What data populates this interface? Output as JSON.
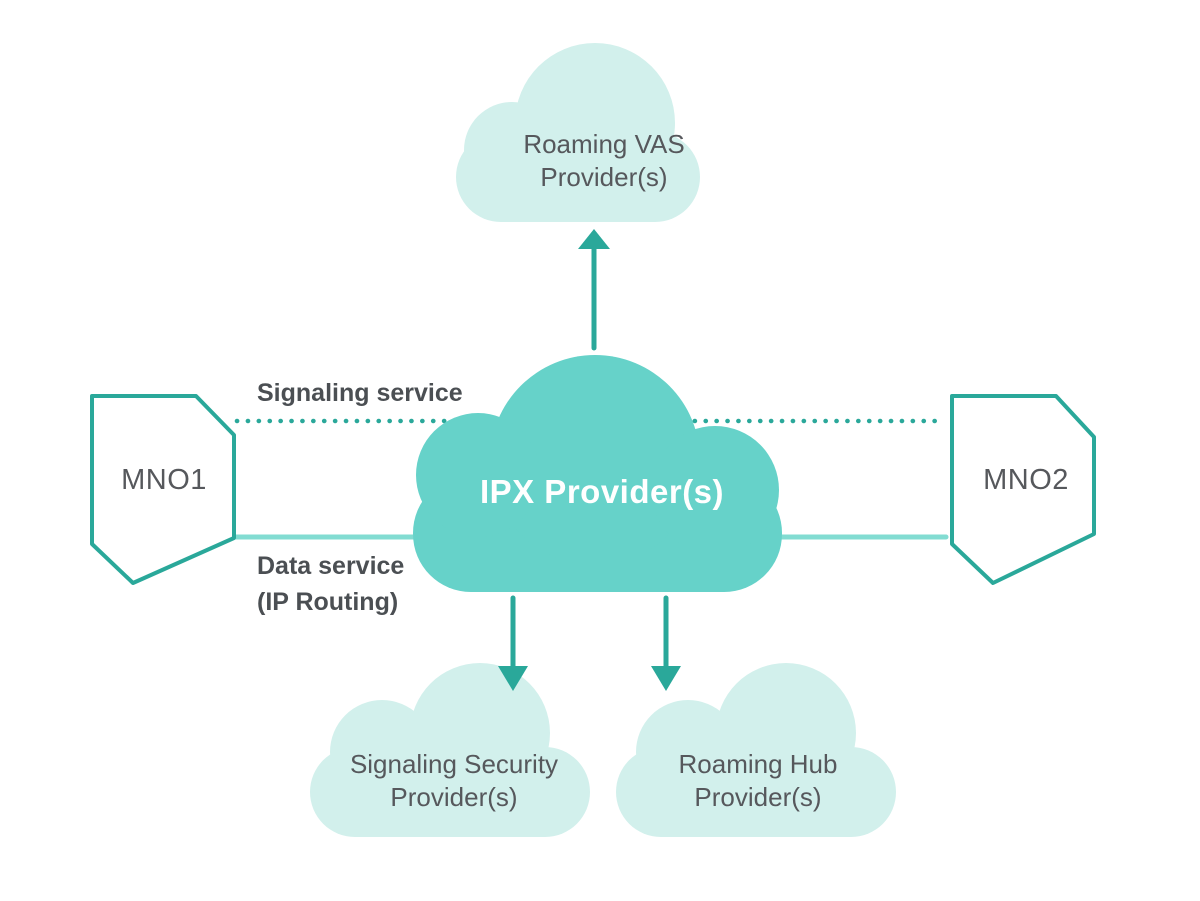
{
  "colors": {
    "teal_dark": "#2aa89a",
    "teal_mid": "#66d2c9",
    "cloud_light": "#d2f0ec",
    "line_light": "#82dcd2",
    "text_node": "#56585c",
    "text_label": "#4b4f53",
    "ipx_text": "#ffffff",
    "background": "#ffffff"
  },
  "nodes": {
    "roaming_vas": {
      "line1": "Roaming VAS",
      "line2": "Provider(s)"
    },
    "ipx": {
      "label": "IPX Provider(s)"
    },
    "signaling_security": {
      "line1": "Signaling Security",
      "line2": "Provider(s)"
    },
    "roaming_hub": {
      "line1": "Roaming Hub",
      "line2": "Provider(s)"
    },
    "mno1": {
      "label": "MNO1"
    },
    "mno2": {
      "label": "MNO2"
    }
  },
  "links": {
    "signaling": {
      "label": "Signaling service",
      "style": "dotted"
    },
    "data": {
      "line1": "Data service",
      "line2": "(IP Routing)",
      "style": "solid"
    }
  }
}
